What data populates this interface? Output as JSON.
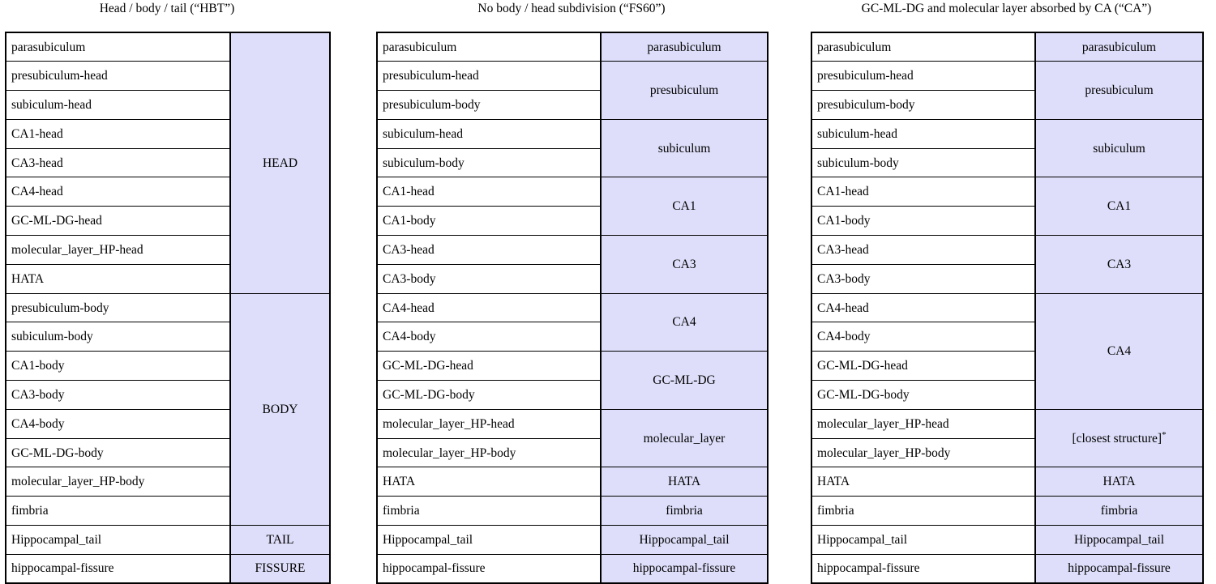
{
  "panels": [
    {
      "id": "hbt",
      "title": "Head / body / tail  (“HBT”)",
      "left_column": [
        "parasubiculum",
        "presubiculum-head",
        "subiculum-head",
        "CA1-head",
        "CA3-head",
        "CA4-head",
        "GC-ML-DG-head",
        "molecular_layer_HP-head",
        "HATA",
        "presubiculum-body",
        "subiculum-body",
        "CA1-body",
        "CA3-body",
        "CA4-body",
        "GC-ML-DG-body",
        "molecular_layer_HP-body",
        "fimbria",
        "Hippocampal_tail",
        "hippocampal-fissure"
      ],
      "right_column": [
        {
          "label": "HEAD",
          "span": 9
        },
        {
          "label": "BODY",
          "span": 8
        },
        {
          "label": "TAIL",
          "span": 1
        },
        {
          "label": "FISSURE",
          "span": 1
        }
      ]
    },
    {
      "id": "fs60",
      "title": "No body / head subdivision (“FS60”)",
      "left_column": [
        "parasubiculum",
        "presubiculum-head",
        "presubiculum-body",
        "subiculum-head",
        "subiculum-body",
        "CA1-head",
        "CA1-body",
        "CA3-head",
        "CA3-body",
        "CA4-head",
        "CA4-body",
        "GC-ML-DG-head",
        "GC-ML-DG-body",
        "molecular_layer_HP-head",
        "molecular_layer_HP-body",
        "HATA",
        "fimbria",
        "Hippocampal_tail",
        "hippocampal-fissure"
      ],
      "right_column": [
        {
          "label": "parasubiculum",
          "span": 1
        },
        {
          "label": "presubiculum",
          "span": 2
        },
        {
          "label": "subiculum",
          "span": 2
        },
        {
          "label": "CA1",
          "span": 2
        },
        {
          "label": "CA3",
          "span": 2
        },
        {
          "label": "CA4",
          "span": 2
        },
        {
          "label": "GC-ML-DG",
          "span": 2
        },
        {
          "label": "molecular_layer",
          "span": 2
        },
        {
          "label": "HATA",
          "span": 1
        },
        {
          "label": "fimbria",
          "span": 1
        },
        {
          "label": "Hippocampal_tail",
          "span": 1
        },
        {
          "label": "hippocampal-fissure",
          "span": 1
        }
      ]
    },
    {
      "id": "ca",
      "title": "GC-ML-DG and molecular layer absorbed by CA (“CA”)",
      "left_column": [
        "parasubiculum",
        "presubiculum-head",
        "presubiculum-body",
        "subiculum-head",
        "subiculum-body",
        "CA1-head",
        "CA1-body",
        "CA3-head",
        "CA3-body",
        "CA4-head",
        "CA4-body",
        "GC-ML-DG-head",
        "GC-ML-DG-body",
        "molecular_layer_HP-head",
        "molecular_layer_HP-body",
        "HATA",
        "fimbria",
        "Hippocampal_tail",
        "hippocampal-fissure"
      ],
      "right_column": [
        {
          "label": "parasubiculum",
          "span": 1
        },
        {
          "label": "presubiculum",
          "span": 2
        },
        {
          "label": "subiculum",
          "span": 2
        },
        {
          "label": "CA1",
          "span": 2
        },
        {
          "label": "CA3",
          "span": 2
        },
        {
          "label": "CA4",
          "span": 4
        },
        {
          "label": "[closest structure]",
          "span": 2,
          "footnote": "*"
        },
        {
          "label": "HATA",
          "span": 1
        },
        {
          "label": "fimbria",
          "span": 1
        },
        {
          "label": "Hippocampal_tail",
          "span": 1
        },
        {
          "label": "hippocampal-fissure",
          "span": 1
        }
      ]
    }
  ],
  "colors": {
    "cell_fill": "#dedefa",
    "border": "#000000",
    "background": "#ffffff"
  }
}
